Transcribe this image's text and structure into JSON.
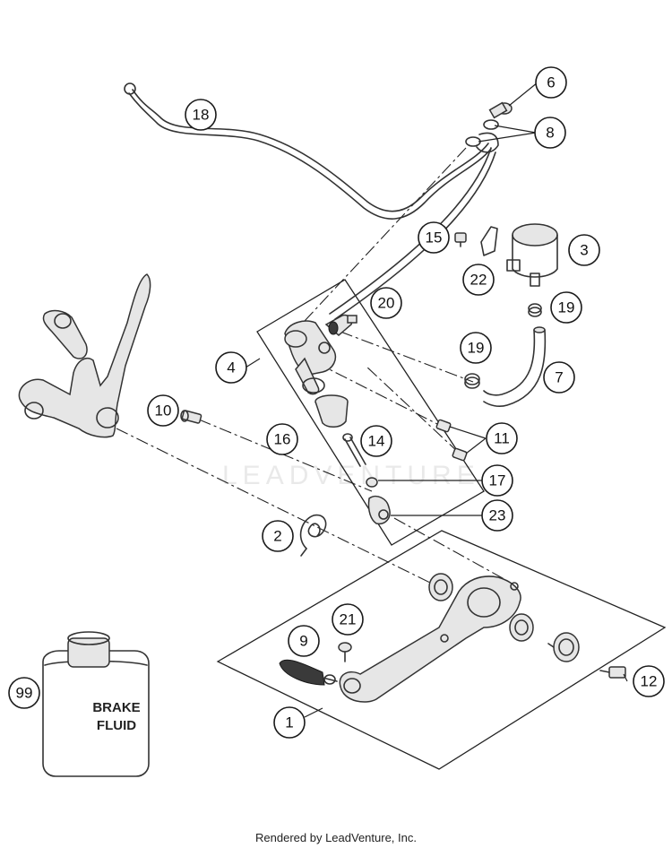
{
  "callouts": [
    {
      "id": "c1",
      "label": "1"
    },
    {
      "id": "c2",
      "label": "2"
    },
    {
      "id": "c3",
      "label": "3"
    },
    {
      "id": "c4",
      "label": "4"
    },
    {
      "id": "c6",
      "label": "6"
    },
    {
      "id": "c7",
      "label": "7"
    },
    {
      "id": "c8",
      "label": "8"
    },
    {
      "id": "c9",
      "label": "9"
    },
    {
      "id": "c10",
      "label": "10"
    },
    {
      "id": "c11",
      "label": "11"
    },
    {
      "id": "c12",
      "label": "12"
    },
    {
      "id": "c14",
      "label": "14"
    },
    {
      "id": "c15",
      "label": "15"
    },
    {
      "id": "c16",
      "label": "16"
    },
    {
      "id": "c17",
      "label": "17"
    },
    {
      "id": "c18",
      "label": "18"
    },
    {
      "id": "c19a",
      "label": "19"
    },
    {
      "id": "c19b",
      "label": "19"
    },
    {
      "id": "c20",
      "label": "20"
    },
    {
      "id": "c21",
      "label": "21"
    },
    {
      "id": "c22",
      "label": "22"
    },
    {
      "id": "c23",
      "label": "23"
    },
    {
      "id": "c99",
      "label": "99"
    }
  ],
  "bottle": {
    "line1": "BRAKE",
    "line2": "FLUID"
  },
  "watermark": "LEADVENTURE",
  "credit": "Rendered by LeadVenture, Inc."
}
